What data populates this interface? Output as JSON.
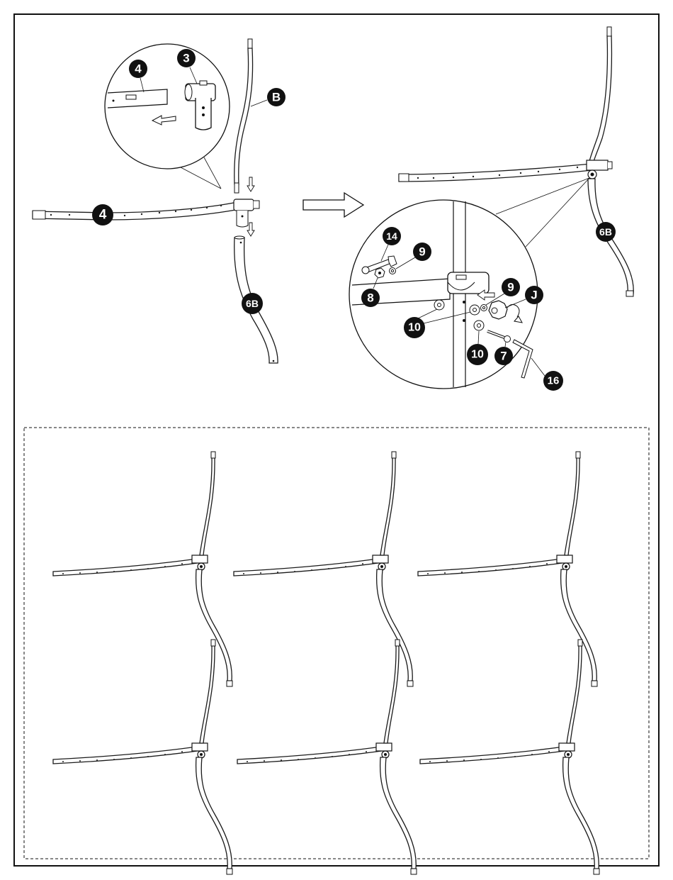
{
  "callouts": {
    "top_left": {
      "zoom_rail": "4",
      "zoom_tjoint": "3",
      "upright_top": "B",
      "rail": "4",
      "leg": "6B"
    },
    "top_right": {
      "leg": "6B",
      "wrench": "14",
      "washer_small_top": "9",
      "nut": "8",
      "washer_small_side": "9",
      "knob": "J",
      "washers_large": "10",
      "washer_large_bottom": "10",
      "bolt": "7",
      "allen_key": "16"
    }
  },
  "colors": {
    "ink": "#111111",
    "badge_fill": "#111111",
    "badge_text": "#ffffff",
    "page": "#ffffff"
  },
  "icons": {
    "flow_arrow": "right-arrow-icon",
    "push_arrow": "left-arrow-icon",
    "insert_arrow": "down-arrow-icon",
    "rotate_arrow": "rotate-clockwise-icon"
  }
}
